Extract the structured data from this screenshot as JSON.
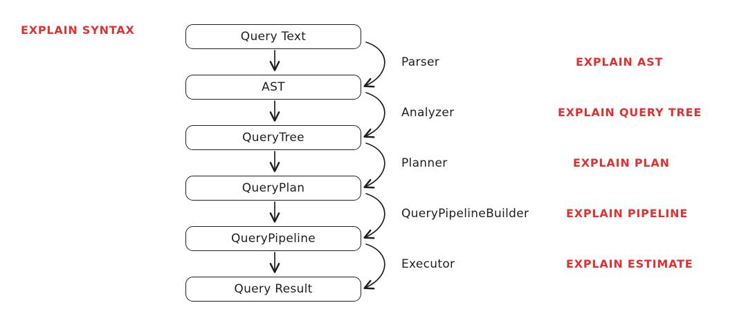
{
  "diagram": {
    "nodes": [
      {
        "label": "Query Text"
      },
      {
        "label": "AST"
      },
      {
        "label": "QueryTree"
      },
      {
        "label": "QueryPlan"
      },
      {
        "label": "QueryPipeline"
      },
      {
        "label": "Query Result"
      }
    ],
    "stages": [
      {
        "label": "Parser"
      },
      {
        "label": "Analyzer"
      },
      {
        "label": "Planner"
      },
      {
        "label": "QueryPipelineBuilder"
      },
      {
        "label": "Executor"
      }
    ],
    "explain_labels": [
      {
        "label": "EXPLAIN SYNTAX"
      },
      {
        "label": "EXPLAIN AST"
      },
      {
        "label": "EXPLAIN QUERY TREE"
      },
      {
        "label": "EXPLAIN PLAN"
      },
      {
        "label": "EXPLAIN PIPELINE"
      },
      {
        "label": "EXPLAIN ESTIMATE"
      }
    ],
    "colors": {
      "stroke": "#1e1e1e",
      "explain_text": "#e03131",
      "background": "#ffffff"
    }
  }
}
